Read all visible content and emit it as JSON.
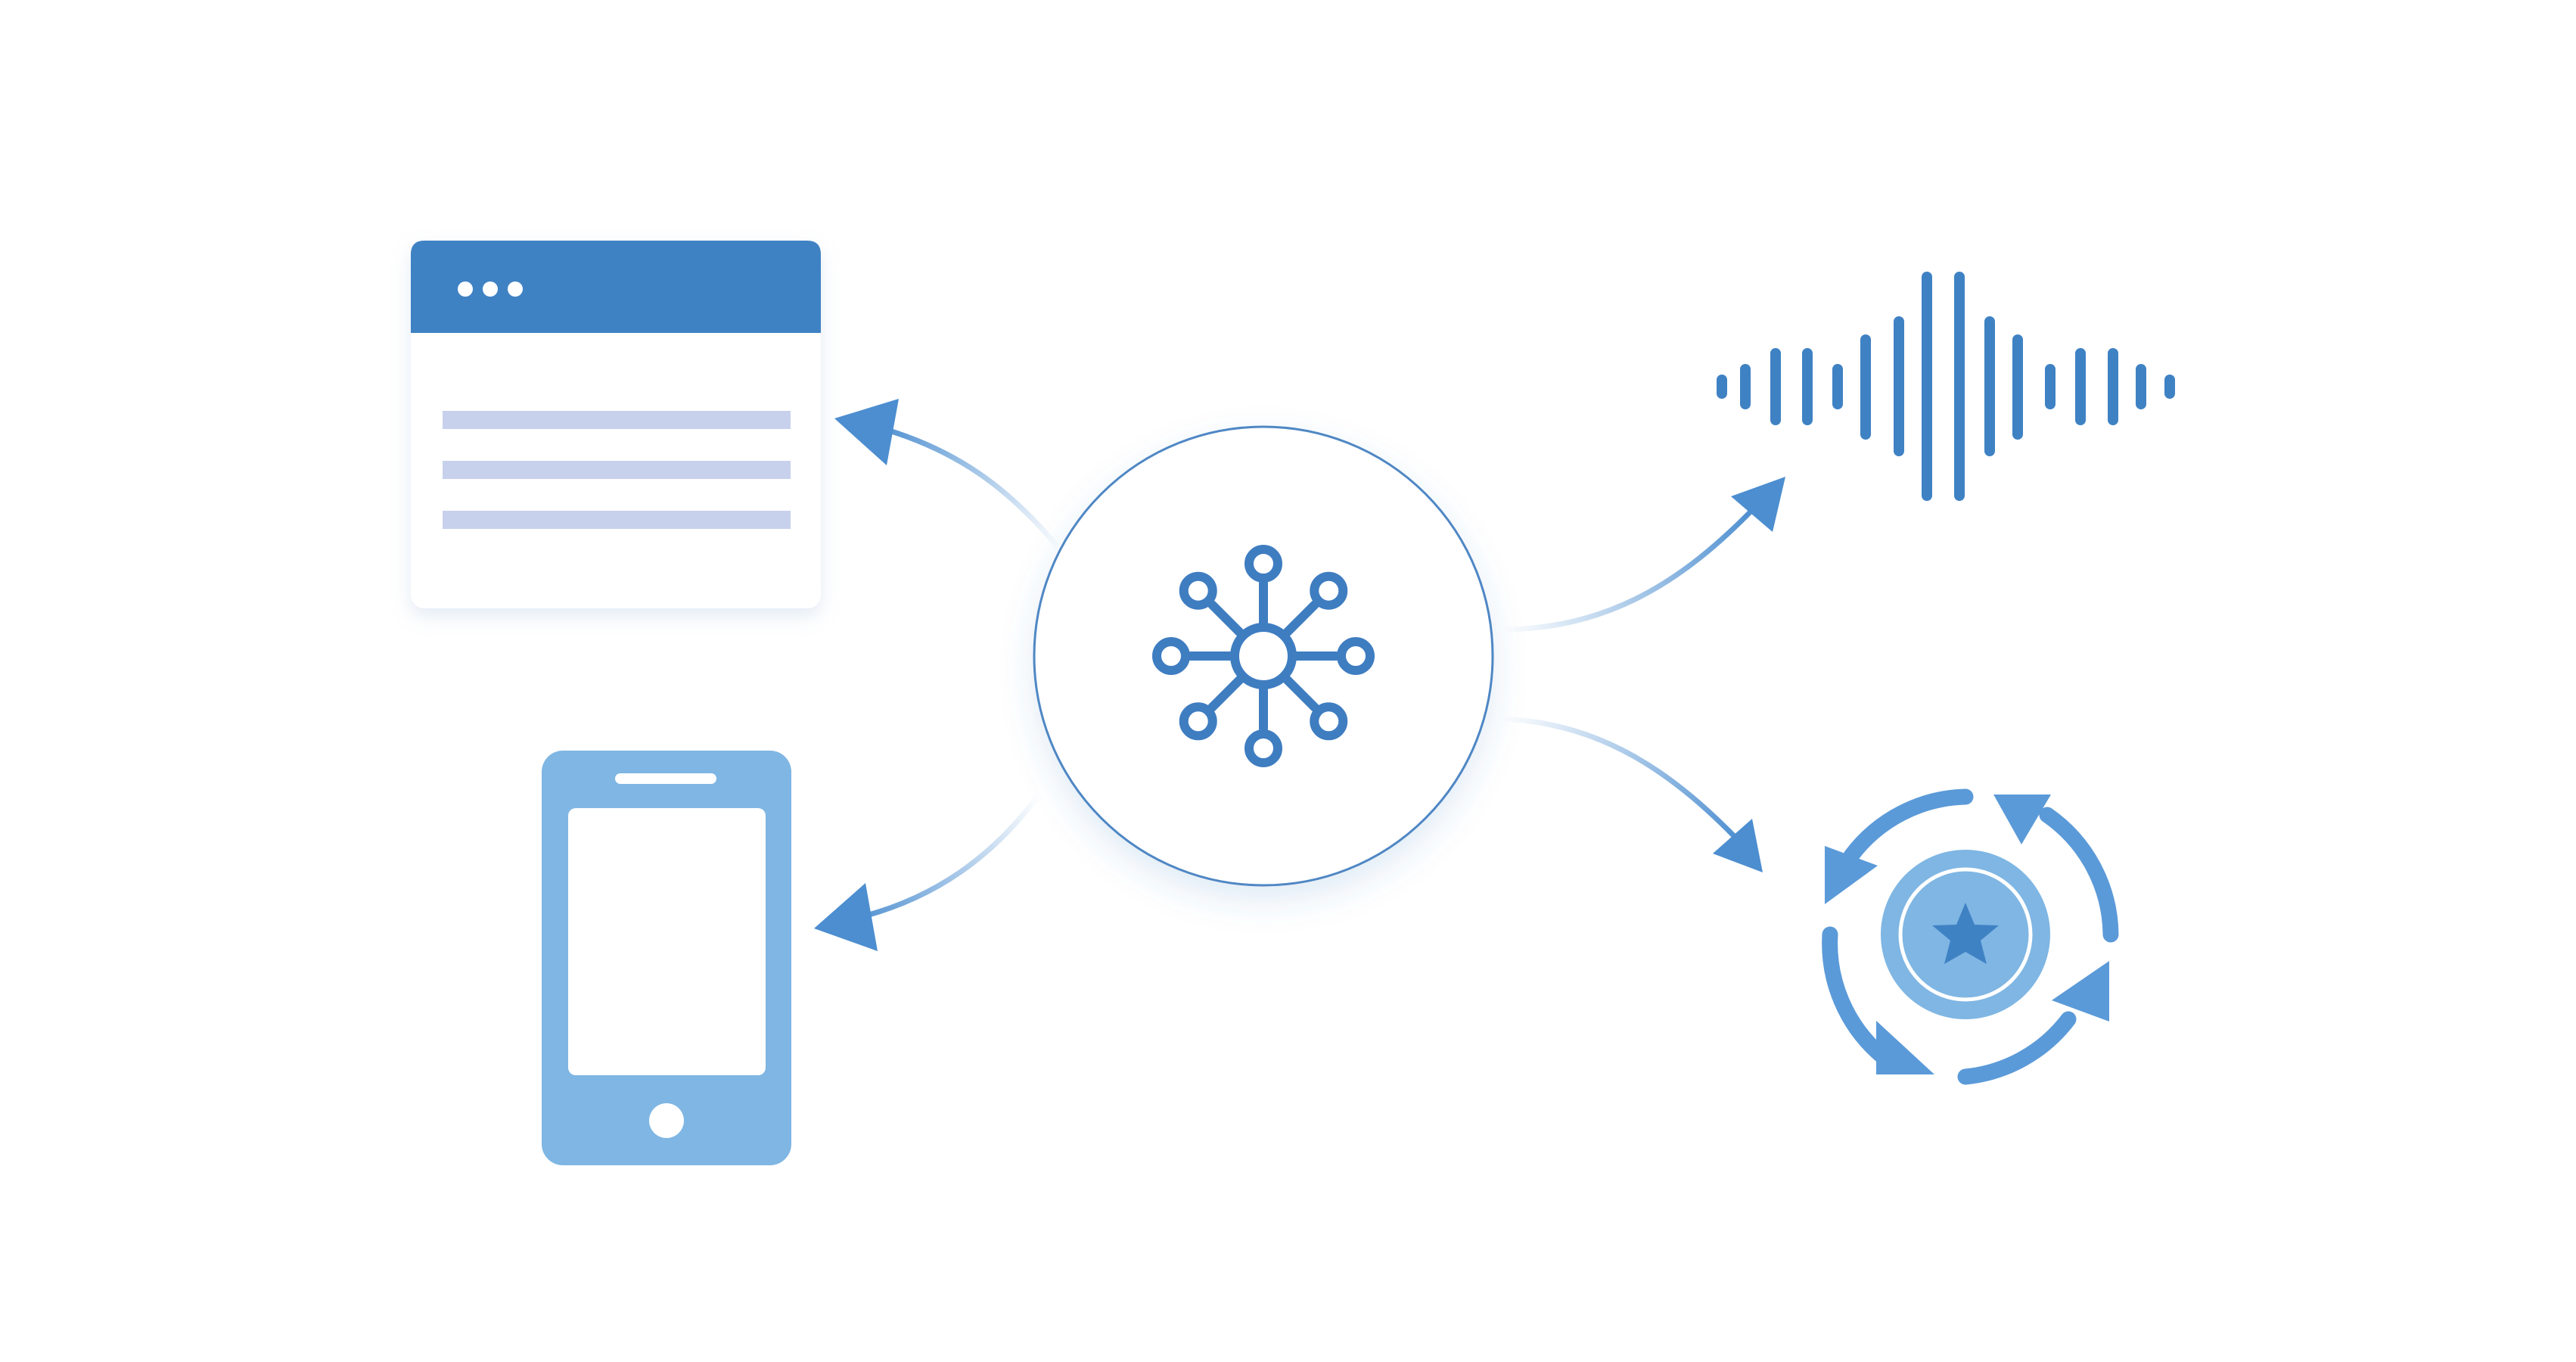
{
  "diagram": {
    "hub": {
      "icon": "network-hub-icon",
      "satellite_count": 8
    },
    "nodes": [
      {
        "id": "web",
        "icon": "browser-window-icon",
        "text_lines": 3
      },
      {
        "id": "mobile",
        "icon": "smartphone-icon"
      },
      {
        "id": "voice",
        "icon": "sound-wave-icon"
      },
      {
        "id": "sync",
        "icon": "sync-star-icon"
      }
    ],
    "colors": {
      "primary": "#3f82c4",
      "light_blue": "#7fb6e3",
      "text_line": "#c7d1ec",
      "hub_border": "#4f87c4",
      "arrow": "#4c8ed0",
      "background": "#ffffff"
    }
  }
}
